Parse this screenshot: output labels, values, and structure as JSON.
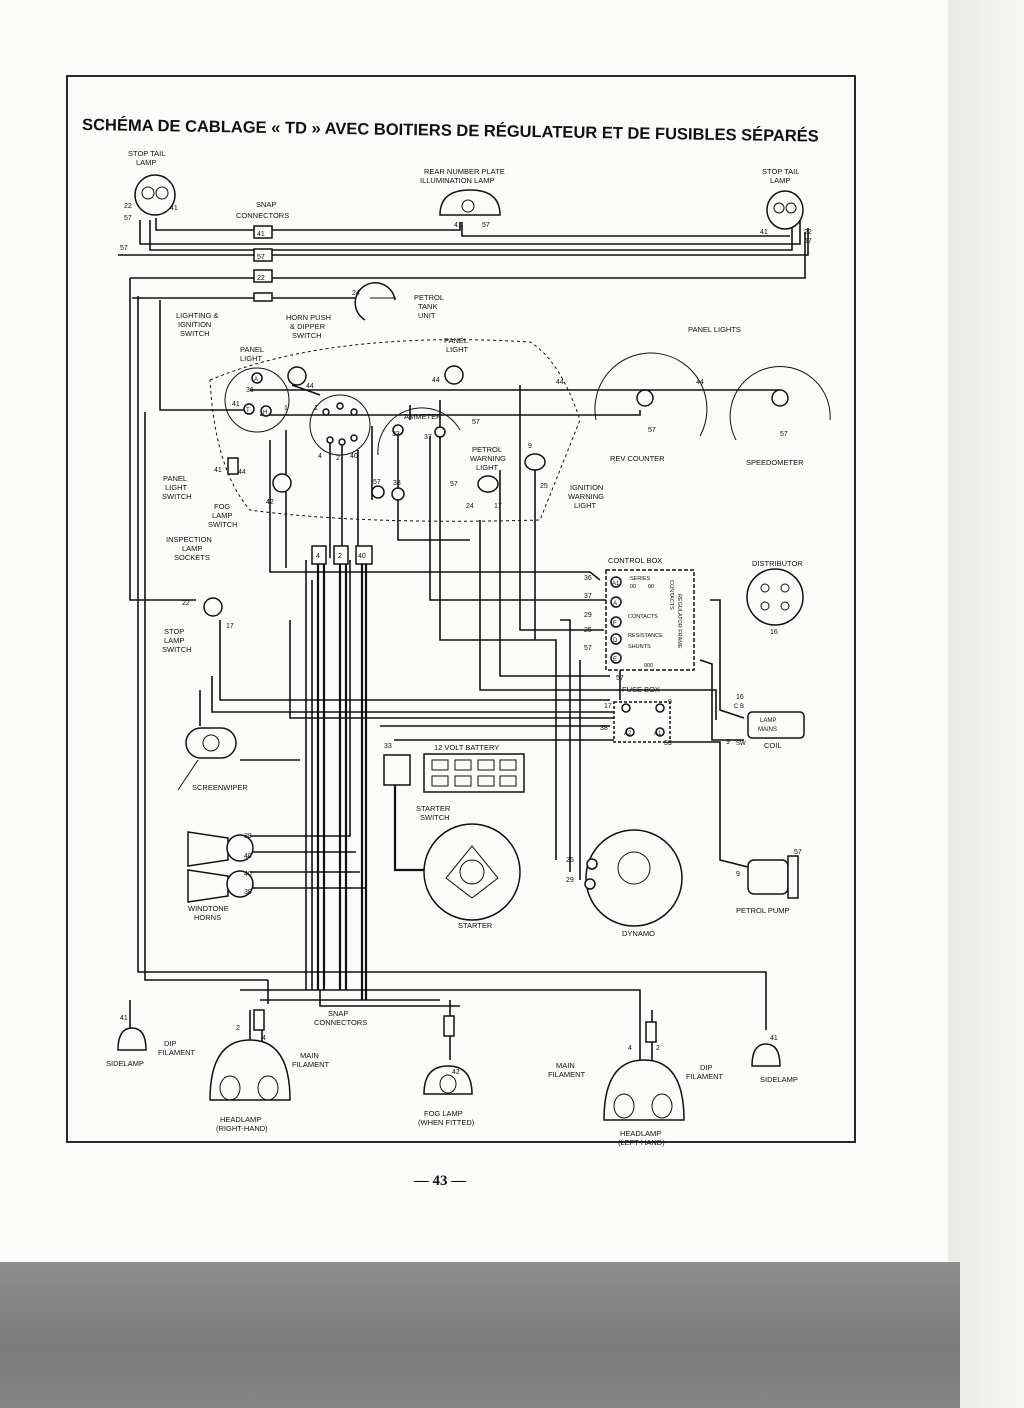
{
  "title": "SCHÉMA DE CABLAGE « TD » AVEC BOITIERS DE RÉGULATEUR ET DE FUSIBLES SÉPARÉS",
  "page_number": "— 43 —",
  "labels": {
    "stop_tail_lamp_left": [
      "STOP TAIL",
      "LAMP"
    ],
    "stop_tail_lamp_right": [
      "STOP TAIL",
      "LAMP"
    ],
    "rear_number_plate": [
      "REAR NUMBER PLATE",
      "ILLUMINATION LAMP"
    ],
    "snap_connectors_top": [
      "SNAP",
      "CONNECTORS"
    ],
    "petrol_tank_unit": [
      "PETROL",
      "TANK",
      "UNIT"
    ],
    "lighting_ignition_switch": [
      "LIGHTING &",
      "IGNITION",
      "SWITCH"
    ],
    "horn_push": [
      "HORN PUSH",
      "& DIPPER",
      "SWITCH"
    ],
    "panel_light_a": [
      "PANEL",
      "LIGHT"
    ],
    "panel_light_b": [
      "PANEL",
      "LIGHT"
    ],
    "panel_lights": "PANEL LIGHTS",
    "ammeter": "AMMETER",
    "petrol_warning_light": [
      "PETROL",
      "WARNING",
      "LIGHT"
    ],
    "ignition_warning_light": [
      "IGNITION",
      "WARNING",
      "LIGHT"
    ],
    "rev_counter": "REV COUNTER",
    "speedometer": "SPEEDOMETER",
    "panel_light_switch": [
      "PANEL",
      "LIGHT",
      "SWITCH"
    ],
    "fog_lamp_switch": [
      "FOG",
      "LAMP",
      "SWITCH"
    ],
    "inspection_lamp_sockets": [
      "INSPECTION",
      "LAMP",
      "SOCKETS"
    ],
    "control_box": "CONTROL BOX",
    "distributor": "DISTRIBUTOR",
    "stop_lamp_switch": [
      "STOP",
      "LAMP",
      "SWITCH"
    ],
    "control_box_series": "SERIES",
    "control_box_contacts": "CONTACTS",
    "control_box_resistance": "RESISTANCE",
    "control_box_shunts": "SHUNTS",
    "control_box_regulator": "REGULATOR FRAME",
    "control_box_cutout": "CONTACTS",
    "fuse_box": "FUSE BOX",
    "coil": "COIL",
    "coil_cb": "C B",
    "coil_sw": "SW",
    "coil_lamp": "LAMP",
    "coil_mains": "MAINS",
    "battery": "12 VOLT BATTERY",
    "screenwiper": "SCREENWIPER",
    "starter_switch": [
      "STARTER",
      "SWITCH"
    ],
    "windtone_horns": [
      "WINDTONE",
      "HORNS"
    ],
    "starter": "STARTER",
    "dynamo": "DYNAMO",
    "petrol_pump": "PETROL PUMP",
    "snap_connectors_bottom": [
      "SNAP",
      "CONNECTORS"
    ],
    "sidelamp_left": "SIDELAMP",
    "sidelamp_right": "SIDELAMP",
    "dip_filament_left": [
      "DIP",
      "FILAMENT"
    ],
    "main_filament_left": [
      "MAIN",
      "FILAMENT"
    ],
    "main_filament_right": [
      "MAIN",
      "FILAMENT"
    ],
    "dip_filament_right": [
      "DIP",
      "FILAMENT"
    ],
    "headlamp_right_hand": [
      "HEADLAMP",
      "(RIGHT-HAND)"
    ],
    "headlamp_left_hand": [
      "HEADLAMP",
      "(LEFT-HAND)"
    ],
    "fog_lamp": [
      "FOG LAMP",
      "(WHEN FITTED)"
    ]
  },
  "terminals": {
    "control_box": [
      "A1",
      "A",
      "F",
      "D",
      "E"
    ],
    "fuse_box": [
      "A2",
      "A1"
    ],
    "switch": [
      "A",
      "T",
      "H"
    ]
  },
  "wire_numbers": {
    "tail_left": [
      "22",
      "57",
      "41"
    ],
    "tail_right": [
      "41",
      "22",
      "57"
    ],
    "plate": [
      "41",
      "57"
    ],
    "snap_top": [
      "41",
      "57",
      "22"
    ],
    "earth_left": "57",
    "tank": "24",
    "dash": [
      "36",
      "44",
      "41",
      "1",
      "1",
      "4",
      "2",
      "40",
      "33",
      "37",
      "57",
      "41",
      "44",
      "42",
      "57",
      "33"
    ],
    "panel": [
      "44",
      "44",
      "44",
      "57",
      "57"
    ],
    "warning": [
      "9",
      "25",
      "57",
      "24",
      "17"
    ],
    "harness": [
      "4",
      "2",
      "40"
    ],
    "control_box_wires": [
      "36",
      "37",
      "29",
      "25",
      "57",
      "57"
    ],
    "control_box_series_coils": [
      "00",
      "00"
    ],
    "control_box_shunt_coils": "000",
    "distributor": "16",
    "coil_wires": [
      "16",
      "9"
    ],
    "fuse_wires": [
      "17",
      "9",
      "38",
      "33"
    ],
    "stop_switch": [
      "22",
      "17"
    ],
    "battery_wire": "33",
    "horns": [
      "38",
      "40",
      "40",
      "38"
    ],
    "dynamo": [
      "25",
      "29"
    ],
    "pump": [
      "57",
      "9"
    ],
    "front": [
      "41",
      "2",
      "4",
      "42",
      "4",
      "2",
      "41"
    ]
  }
}
